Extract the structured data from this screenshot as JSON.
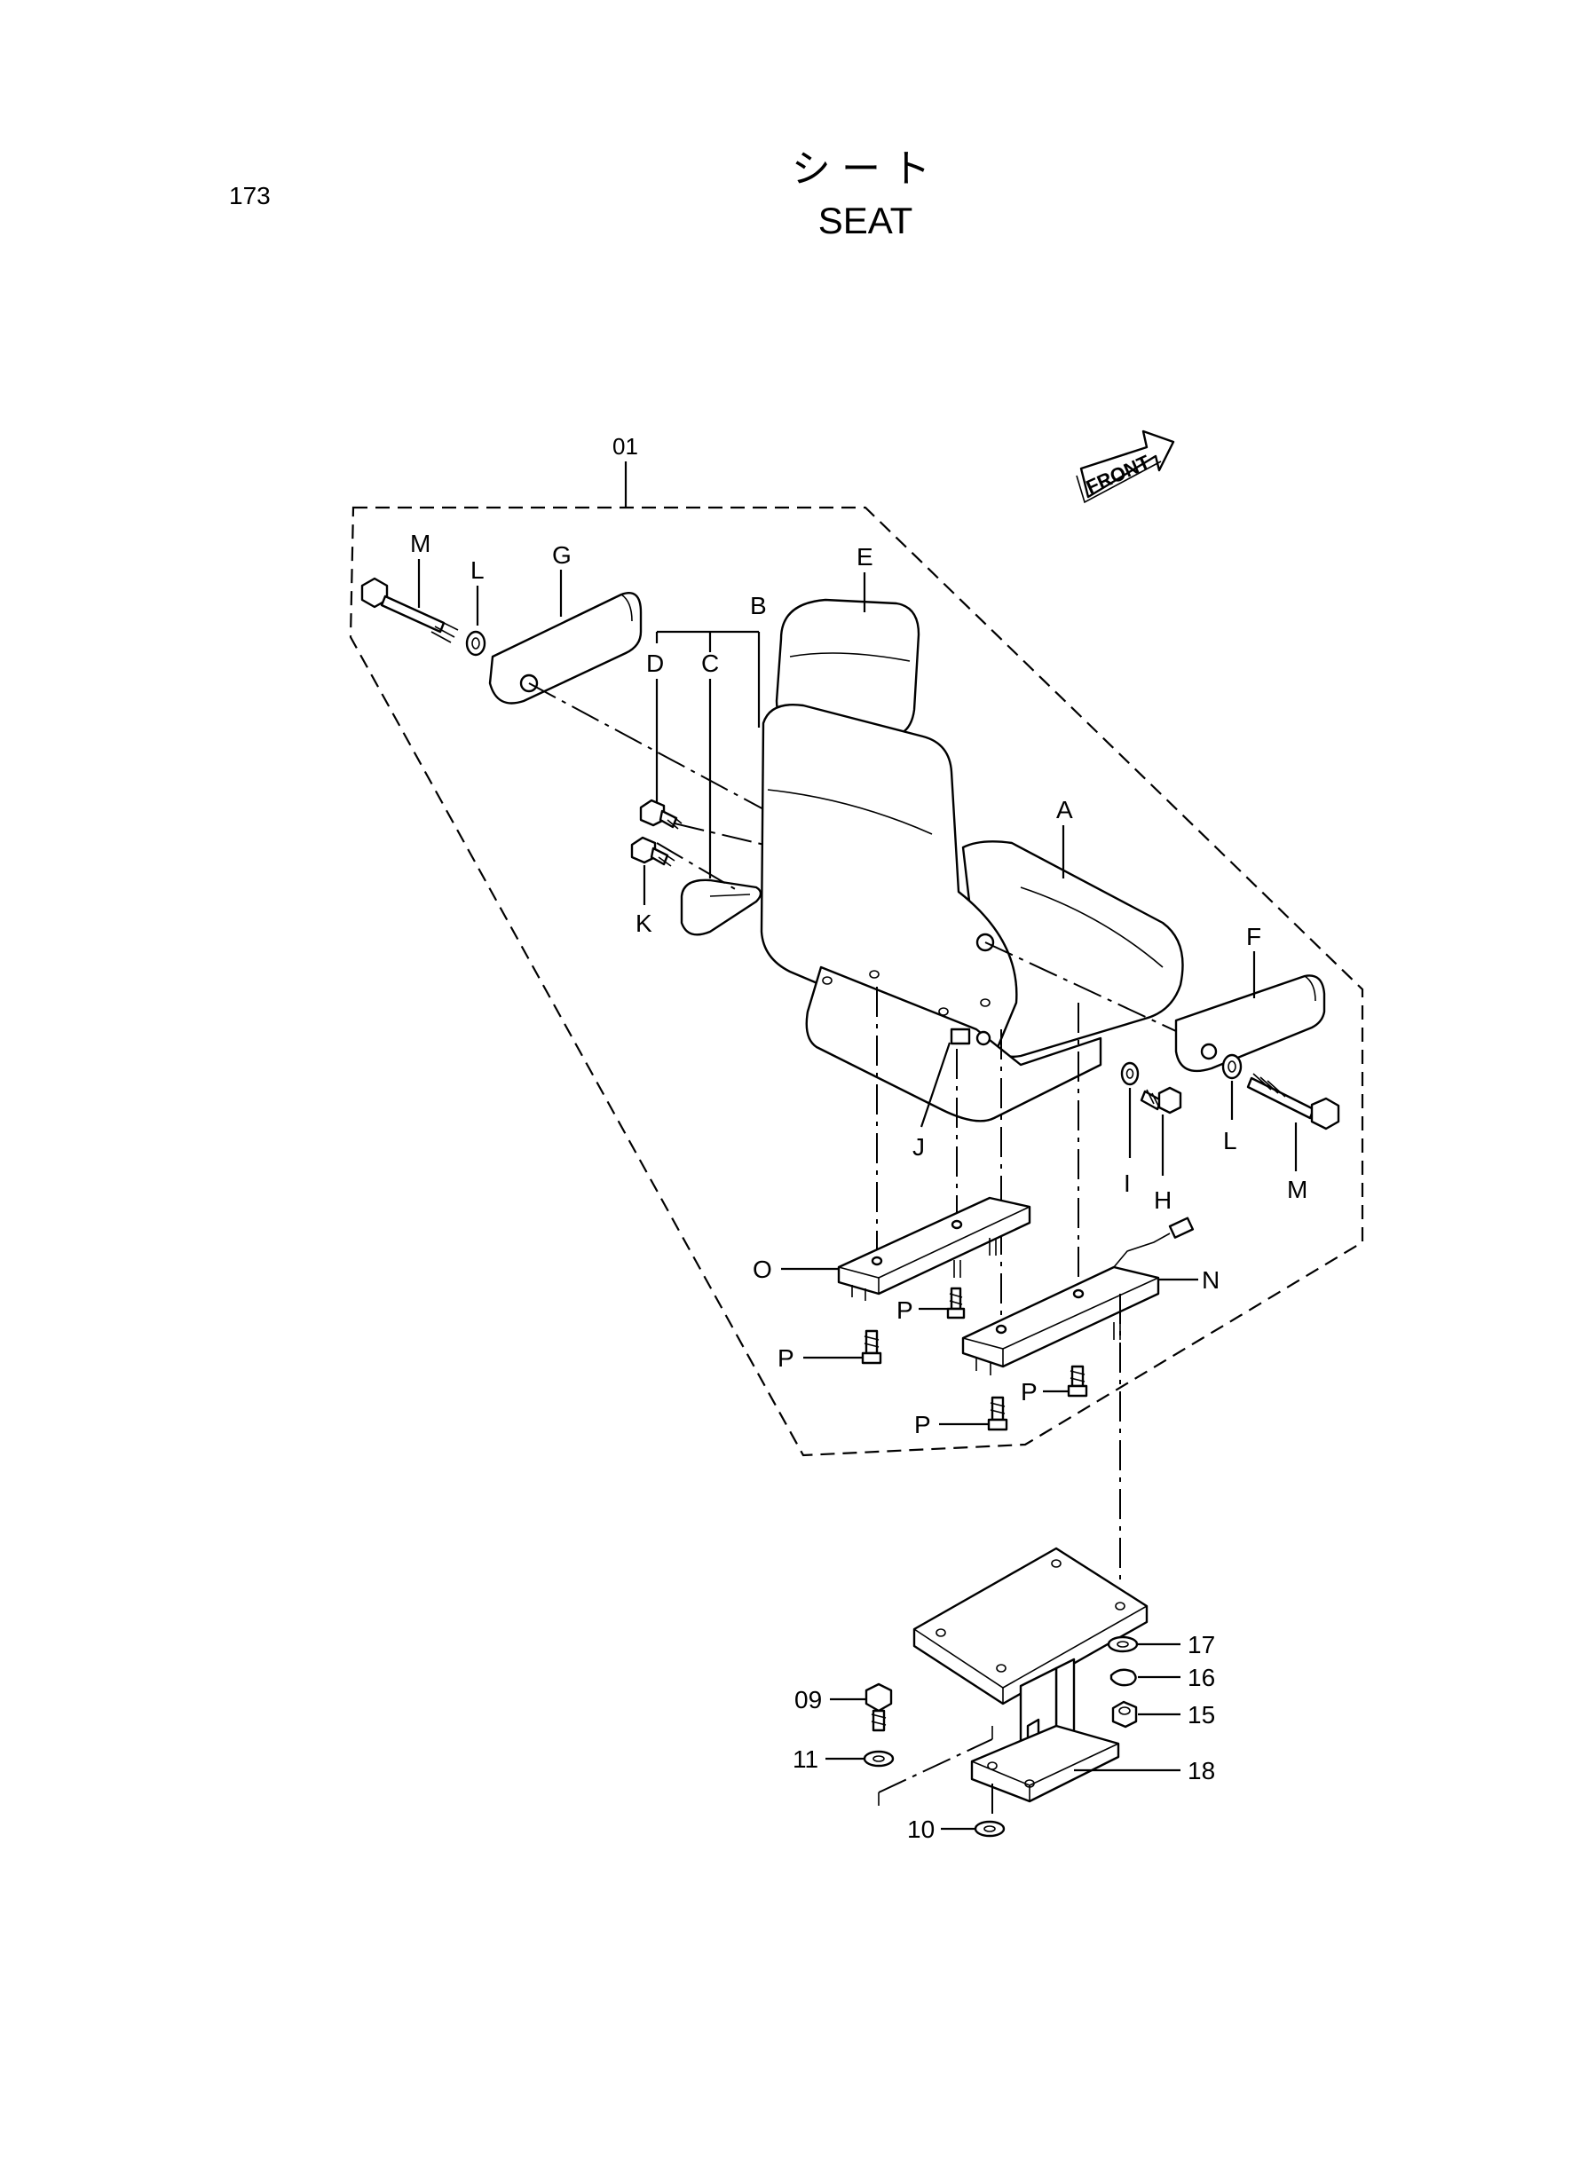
{
  "page": {
    "page_number": "173",
    "title_jp": "シ ー ト",
    "title_en": "SEAT"
  },
  "front_arrow": {
    "label": "FRONT"
  },
  "callouts": {
    "assembly_01": "01",
    "A": "A",
    "B": "B",
    "C": "C",
    "D": "D",
    "E": "E",
    "F": "F",
    "G": "G",
    "H": "H",
    "I": "I",
    "J": "J",
    "K": "K",
    "L_left": "L",
    "L_right": "L",
    "M_left": "M",
    "M_right": "M",
    "N": "N",
    "O": "O",
    "P_1": "P",
    "P_2": "P",
    "P_3": "P",
    "P_4": "P",
    "p09": "09",
    "p10": "10",
    "p11": "11",
    "p15": "15",
    "p16": "16",
    "p17": "17",
    "p18": "18"
  }
}
